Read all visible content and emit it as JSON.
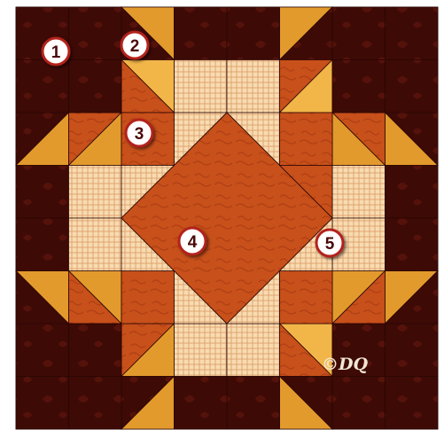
{
  "image": {
    "subject": "quilt-block",
    "fabrics": {
      "background": "#3d0a06",
      "background_light": "#5a140c",
      "gold": "#e39a2c",
      "gold_light": "#f2b548",
      "rust": "#c8501a",
      "rust_dark": "#9a3310",
      "check": "#f7dcb0",
      "check_line": "#d98a5a",
      "seam": "#2a0603"
    },
    "badge": {
      "fill": "#ffffff",
      "ring": "#b3201a",
      "text": "#4a0a08"
    },
    "markers": [
      {
        "label": "1",
        "target": "background-fabric"
      },
      {
        "label": "2",
        "target": "star-point-fabric"
      },
      {
        "label": "3",
        "target": "inner-triangle-fabric"
      },
      {
        "label": "4",
        "target": "center-square-fabric"
      },
      {
        "label": "5",
        "target": "check-fabric"
      }
    ],
    "copyright_mark": "©DQ"
  }
}
